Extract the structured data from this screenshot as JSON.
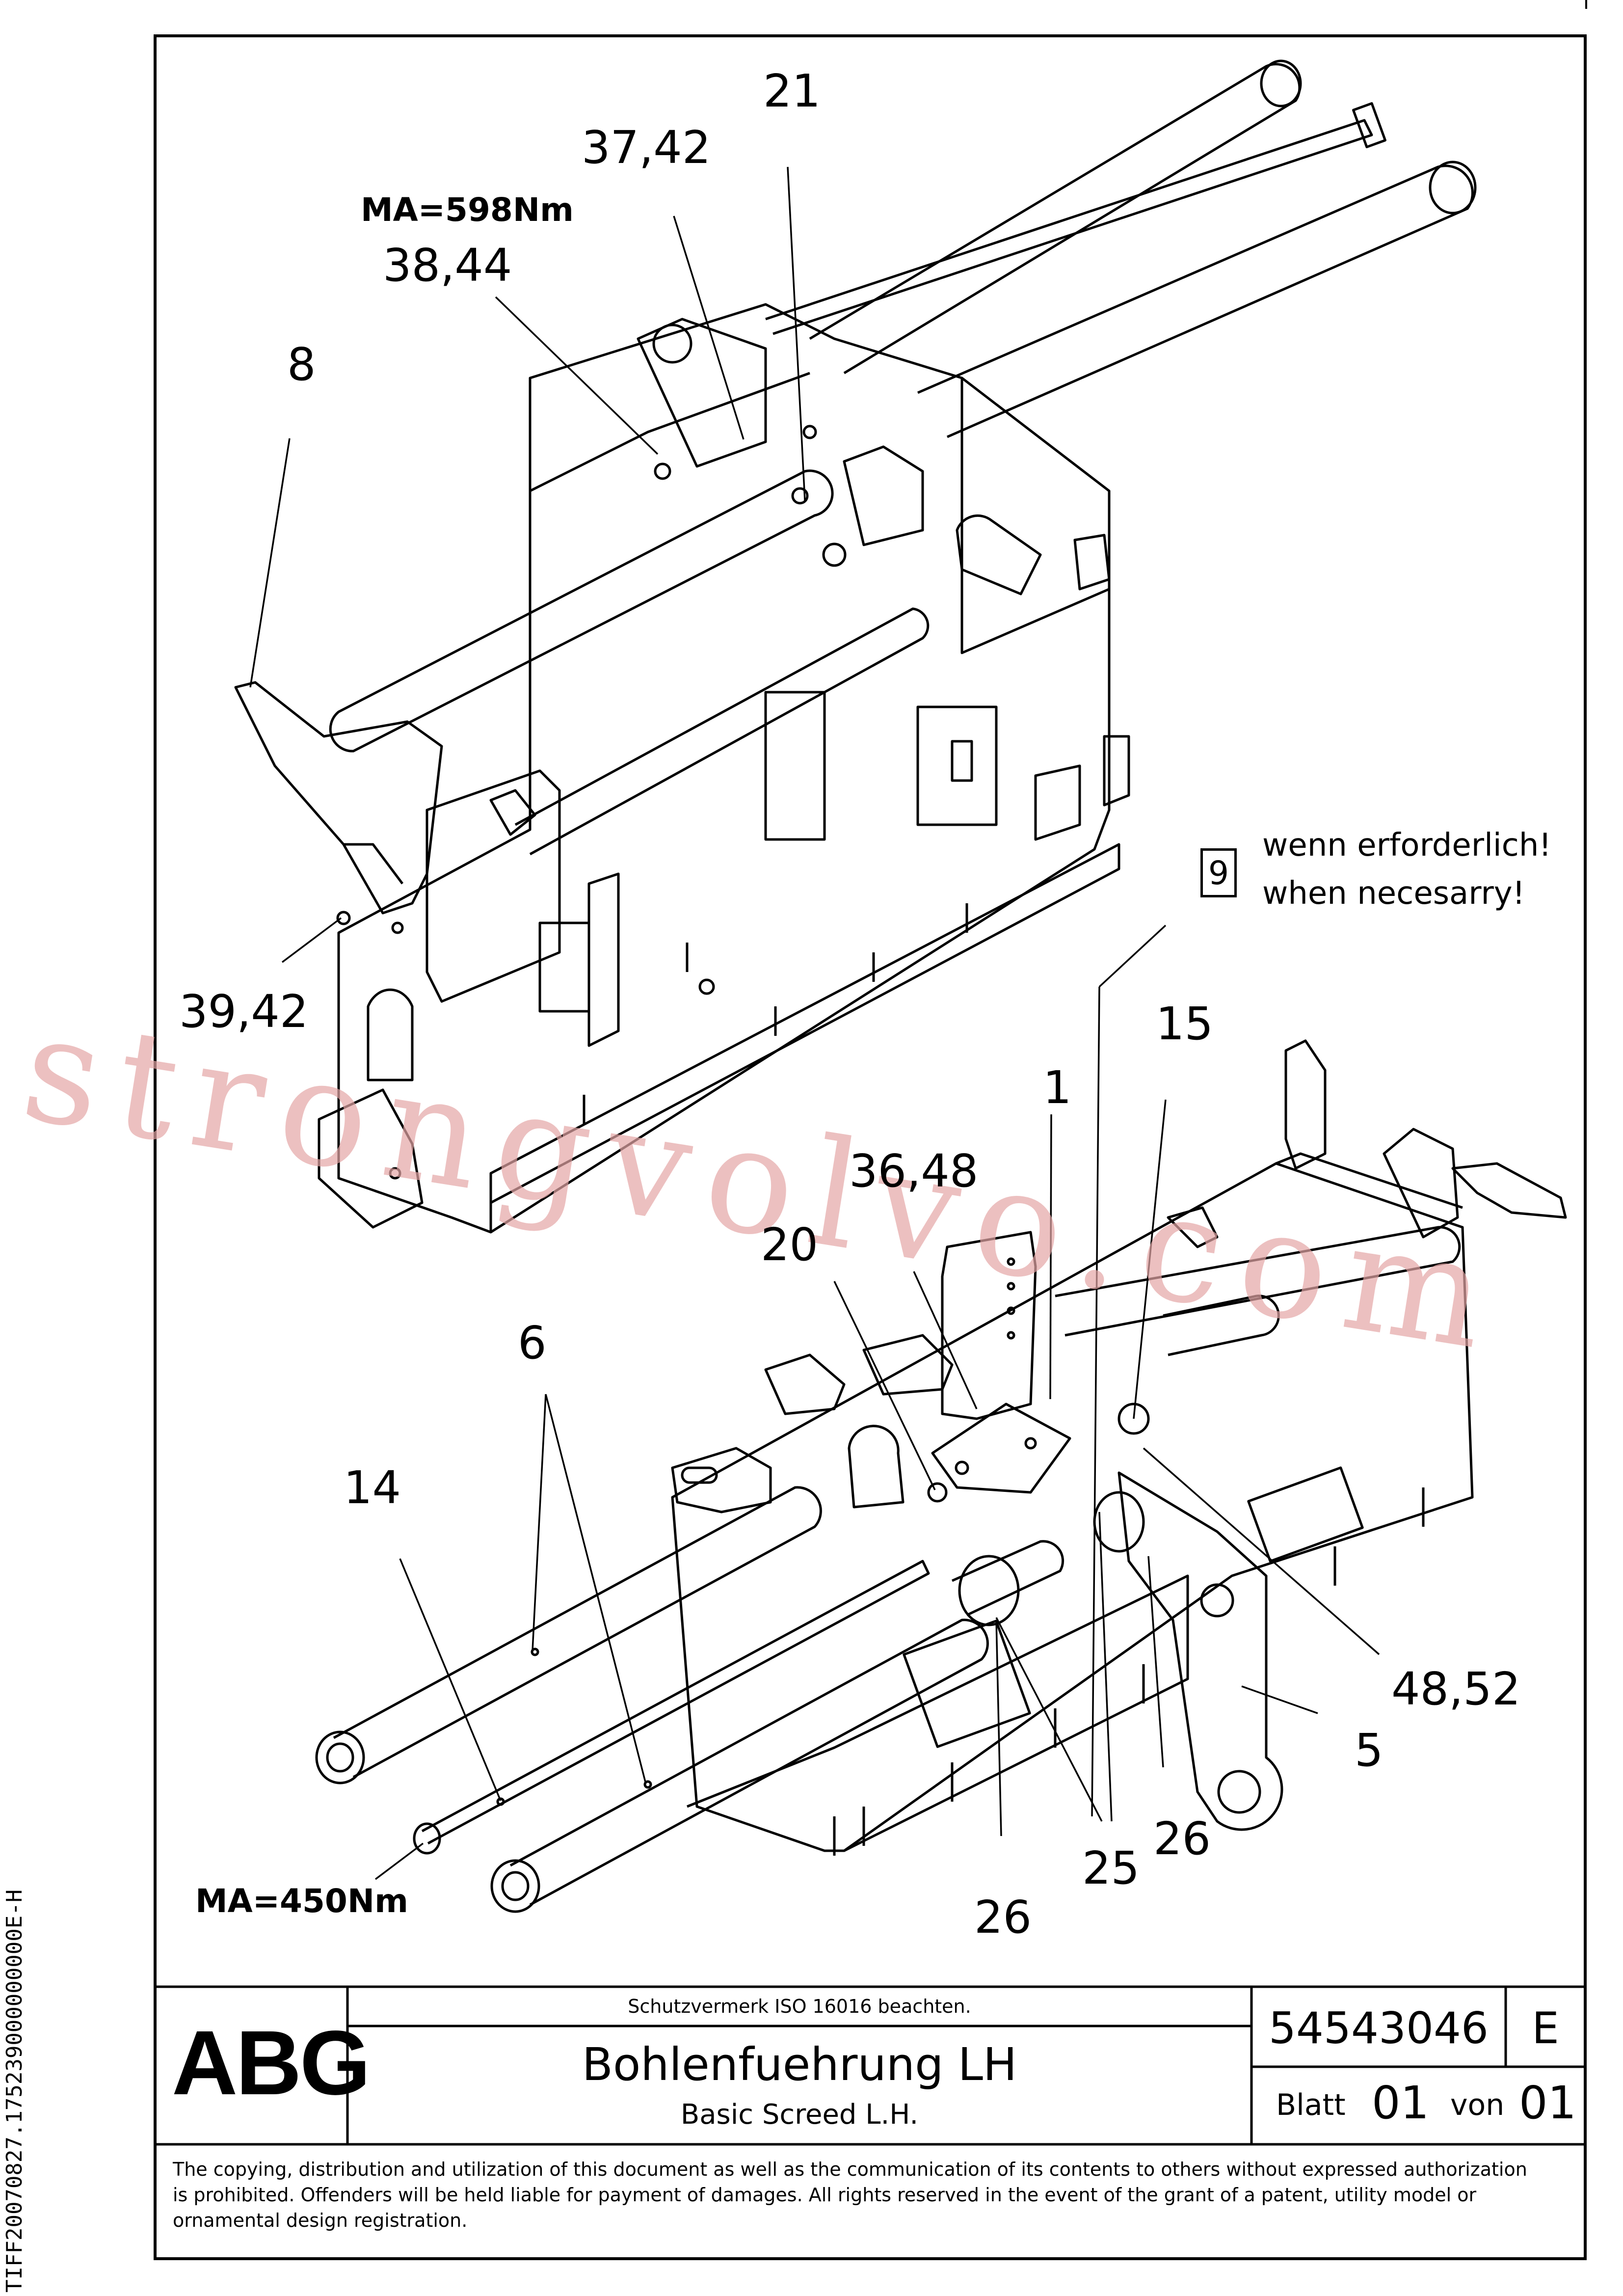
{
  "callouts": {
    "c21": "21",
    "c3742": "37,42",
    "c3844": "38,44",
    "c8": "8",
    "c3942": "39,42",
    "c15": "15",
    "c1": "1",
    "c3648": "36,48",
    "c20": "20",
    "c6": "6",
    "c14": "14",
    "c4852": "48,52",
    "c5": "5",
    "c26a": "26",
    "c25": "25",
    "c26b": "26"
  },
  "torque": {
    "upper": "MA=598Nm",
    "lower": "MA=450Nm"
  },
  "note": {
    "box_number": "9",
    "line_de": "wenn erforderlich!",
    "line_en": "when necesarry!"
  },
  "watermark": "strongvolvo.com",
  "title_block": {
    "logo": "ABG",
    "protection_notice": "Schutzvermerk ISO 16016 beachten.",
    "title_de": "Bohlenfuehrung LH",
    "title_en": "Basic Screed L.H.",
    "drawing_number": "54543046",
    "revision": "E",
    "sheet_label": "Blatt",
    "sheet_number": "01",
    "of_label": "von",
    "sheet_total": "01",
    "copyright": [
      "The copying, distribution and utilization of this document as well as the communication of its contents to others without expressed authorization",
      "is prohibited. Offenders will be held liable for payment of damages. All rights reserved in the event of the grant of a patent, utility model or",
      "ornamental design registration."
    ]
  },
  "side_code": "TIFF20070827.175239000000000E-H"
}
